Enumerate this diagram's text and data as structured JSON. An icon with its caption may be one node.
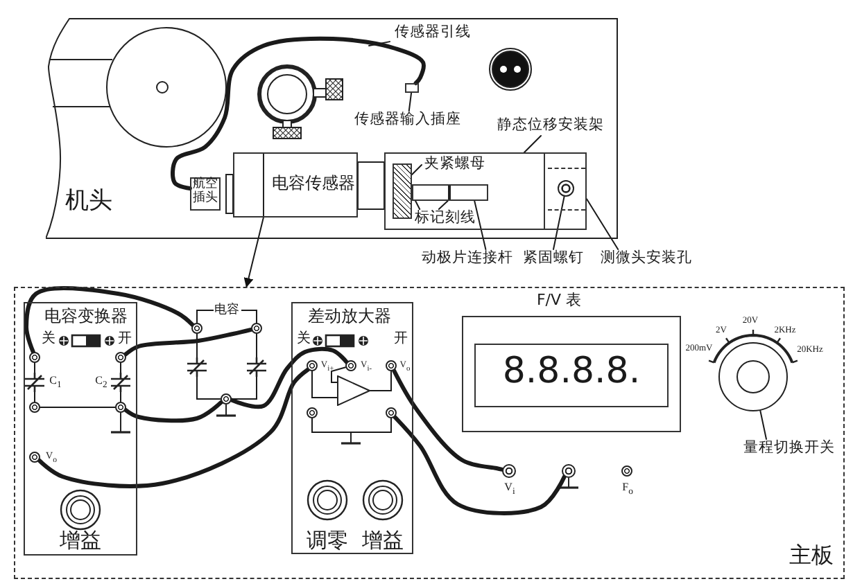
{
  "diagram": {
    "nodes": [
      {
        "text": [
          "机头"
        ]
      },
      {
        "text": [
          "航空插头"
        ],
        "in": 0
      },
      {
        "text": [
          "电容传感器"
        ],
        "in": 0
      },
      {
        "text": [
          "传感器引线"
        ],
        "in": 0
      },
      {
        "text": [],
        "shape": "box",
        "in": 0
      },
      {
        "text": [
          "传感器输入插座"
        ],
        "in": 0
      },
      {
        "text": [
          "静态位移安装架"
        ],
        "in": 0
      },
      {
        "text": [],
        "shape": "box",
        "in": 0
      },
      {
        "text": [
          "夹紧螺母"
        ],
        "in": 7
      },
      {
        "text": [],
        "shape": "box",
        "in": 7
      },
      {
        "text": [],
        "shape": "bar",
        "in": 7
      },
      {
        "text": [
          "标记刻线"
        ],
        "in": 7
      },
      {
        "text": [],
        "shape": "box",
        "in": 7
      },
      {
        "text": [],
        "shape": "circle",
        "in": 12
      },
      {
        "text": [
          "动极片连接杆"
        ]
      },
      {
        "text": [
          "紧固螺钉"
        ]
      },
      {
        "text": [
          "测微头安装孔"
        ]
      },
      {
        "text": [
          "主板"
        ]
      },
      {
        "text": [
          "电容变换器",
          "关",
          "开",
          "增益"
        ],
        "in": 17
      },
      {
        "text": [],
        "shape": "circle",
        "in": 18
      },
      {
        "text": [],
        "shape": "circle",
        "in": 18
      },
      {
        "text": [],
        "shape": "capacitor",
        "in": 18,
        "beside": [
          "C$_{1}$"
        ]
      },
      {
        "text": [],
        "shape": "capacitor",
        "in": 18,
        "beside": [
          "C$_{2}$"
        ]
      },
      {
        "text": [],
        "shape": "circle",
        "in": 18
      },
      {
        "text": [],
        "shape": "circle",
        "in": 18
      },
      {
        "text": [],
        "shape": "circle",
        "in": 18,
        "beside": [
          "V$_{o}$"
        ]
      },
      {
        "text": [],
        "shape": "circle",
        "in": 17
      },
      {
        "text": [],
        "shape": "circle",
        "in": 17
      },
      {
        "text": [],
        "shape": "capacitor",
        "in": 17
      },
      {
        "text": [],
        "shape": "capacitor",
        "in": 17
      },
      {
        "text": [],
        "shape": "circle",
        "in": 17
      },
      {
        "text": [
          "差动放大器",
          "关",
          "开",
          "调零",
          "增益"
        ],
        "in": 17
      },
      {
        "text": [],
        "shape": "circle",
        "in": 31,
        "beside": [
          "V$_{i+}$"
        ]
      },
      {
        "text": [],
        "shape": "circle",
        "in": 31,
        "beside": [
          "V$_{i-}$"
        ]
      },
      {
        "text": [],
        "shape": "circle",
        "in": 31,
        "beside": [
          "V$_{o}$"
        ]
      },
      {
        "text": [],
        "shape": "triangle",
        "in": 31
      },
      {
        "text": [],
        "shape": "circle",
        "in": 31
      },
      {
        "text": [],
        "shape": "circle",
        "in": 31
      },
      {
        "text": [
          "F/V 表"
        ],
        "in": 17
      },
      {
        "text": [
          "8.8.8.8."
        ],
        "in": 38
      },
      {
        "text": [],
        "shape": "circle",
        "in": 17,
        "beside": [
          "V$_{i}$"
        ]
      },
      {
        "text": [],
        "shape": "circle",
        "in": 17
      },
      {
        "text": [],
        "shape": "circle",
        "in": 17,
        "beside": [
          "F$_{o}$"
        ]
      },
      {
        "text": [],
        "shape": "circle",
        "in": 17,
        "beside": [
          "200mV",
          "2V",
          "20V",
          "2KHz",
          "20KHz"
        ]
      },
      {
        "text": [
          "量程切换开关"
        ],
        "in": 17
      }
    ],
    "edges": [
      {
        "from": 2,
        "to": 17,
        "arrow": "to"
      },
      {
        "from": 3,
        "to": null,
        "arrow": "none"
      },
      {
        "from": 5,
        "to": 4,
        "arrow": "none"
      },
      {
        "from": 1,
        "to": 4,
        "arrow": "none",
        "style": "thick"
      },
      {
        "from": 6,
        "to": 7,
        "arrow": "none"
      },
      {
        "from": 8,
        "to": 9,
        "arrow": "none"
      },
      {
        "from": 11,
        "to": 9,
        "arrow": "none"
      },
      {
        "from": 11,
        "to": 10,
        "arrow": "none"
      },
      {
        "from": 14,
        "to": 10,
        "arrow": "none"
      },
      {
        "from": 15,
        "to": 13,
        "arrow": "none"
      },
      {
        "from": 16,
        "to": 12,
        "arrow": "none"
      },
      {
        "from": 44,
        "to": 43,
        "arrow": "none"
      },
      {
        "from": 19,
        "to": 26,
        "arrow": "none",
        "style": "thick"
      },
      {
        "from": 20,
        "to": 27,
        "arrow": "none",
        "style": "thick"
      },
      {
        "from": 24,
        "to": 30,
        "arrow": "none",
        "style": "thick"
      },
      {
        "from": 25,
        "to": 32,
        "arrow": "none",
        "style": "thick"
      },
      {
        "from": 30,
        "to": 33,
        "arrow": "none",
        "style": "thick"
      },
      {
        "from": 34,
        "to": 40,
        "arrow": "none",
        "style": "thick"
      },
      {
        "from": 37,
        "to": 41,
        "arrow": "none",
        "style": "thick"
      },
      {
        "from": 19,
        "to": 21,
        "arrow": "none"
      },
      {
        "from": 21,
        "to": 23,
        "arrow": "none"
      },
      {
        "from": 20,
        "to": 22,
        "arrow": "none"
      },
      {
        "from": 22,
        "to": 24,
        "arrow": "none"
      },
      {
        "from": 23,
        "to": 24,
        "arrow": "none"
      },
      {
        "from": 26,
        "to": 27,
        "arrow": "none",
        "label": "电容"
      },
      {
        "from": 26,
        "to": 28,
        "arrow": "none"
      },
      {
        "from": 28,
        "to": 30,
        "arrow": "none"
      },
      {
        "from": 27,
        "to": 29,
        "arrow": "none"
      },
      {
        "from": 29,
        "to": 30,
        "arrow": "none"
      },
      {
        "from": 32,
        "to": 35,
        "arrow": "none"
      },
      {
        "from": 33,
        "to": 35,
        "arrow": "none"
      },
      {
        "from": 35,
        "to": 34,
        "arrow": "none"
      },
      {
        "from": 36,
        "to": 37,
        "arrow": "none"
      }
    ]
  }
}
